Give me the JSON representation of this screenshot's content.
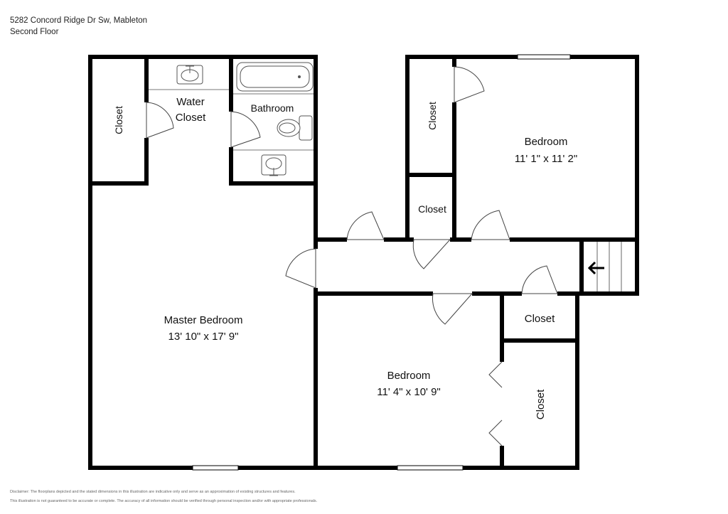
{
  "header": {
    "address": "5282 Concord Ridge Dr Sw, Mableton",
    "floor": "Second Floor"
  },
  "rooms": {
    "master_bedroom": {
      "name": "Master Bedroom",
      "dims": "13' 10\" x 17' 9\""
    },
    "bedroom_top_right": {
      "name": "Bedroom",
      "dims": "11' 1\" x 11' 2\""
    },
    "bedroom_bottom": {
      "name": "Bedroom",
      "dims": "11' 4\" x 10' 9\""
    },
    "water_closet": {
      "line1": "Water",
      "line2": "Closet"
    },
    "bathroom": {
      "name": "Bathroom"
    },
    "closet_master": {
      "name": "Closet"
    },
    "closet_top_right": {
      "name": "Closet"
    },
    "closet_hall": {
      "name": "Closet"
    },
    "closet_mid_right": {
      "name": "Closet"
    },
    "closet_bottom_right": {
      "name": "Closet"
    }
  },
  "disclaimer": {
    "line1": "Disclaimer: The floorplans depicted and the stated dimensions in this illustration are indicative only and serve as an approximation of existing structures and features.",
    "line2": "This illustration is not guaranteed to be accurate or complete. The accuracy of all information should be verified through personal inspection and/or with appropriate professionals."
  },
  "colors": {
    "wall": "#000000",
    "background": "#ffffff",
    "fixture_stroke": "#555555",
    "window": "#ffffff"
  },
  "icons": [
    "sink-icon",
    "bathtub-icon",
    "toilet-icon",
    "door-swing-icon",
    "stairs-arrow-icon"
  ]
}
